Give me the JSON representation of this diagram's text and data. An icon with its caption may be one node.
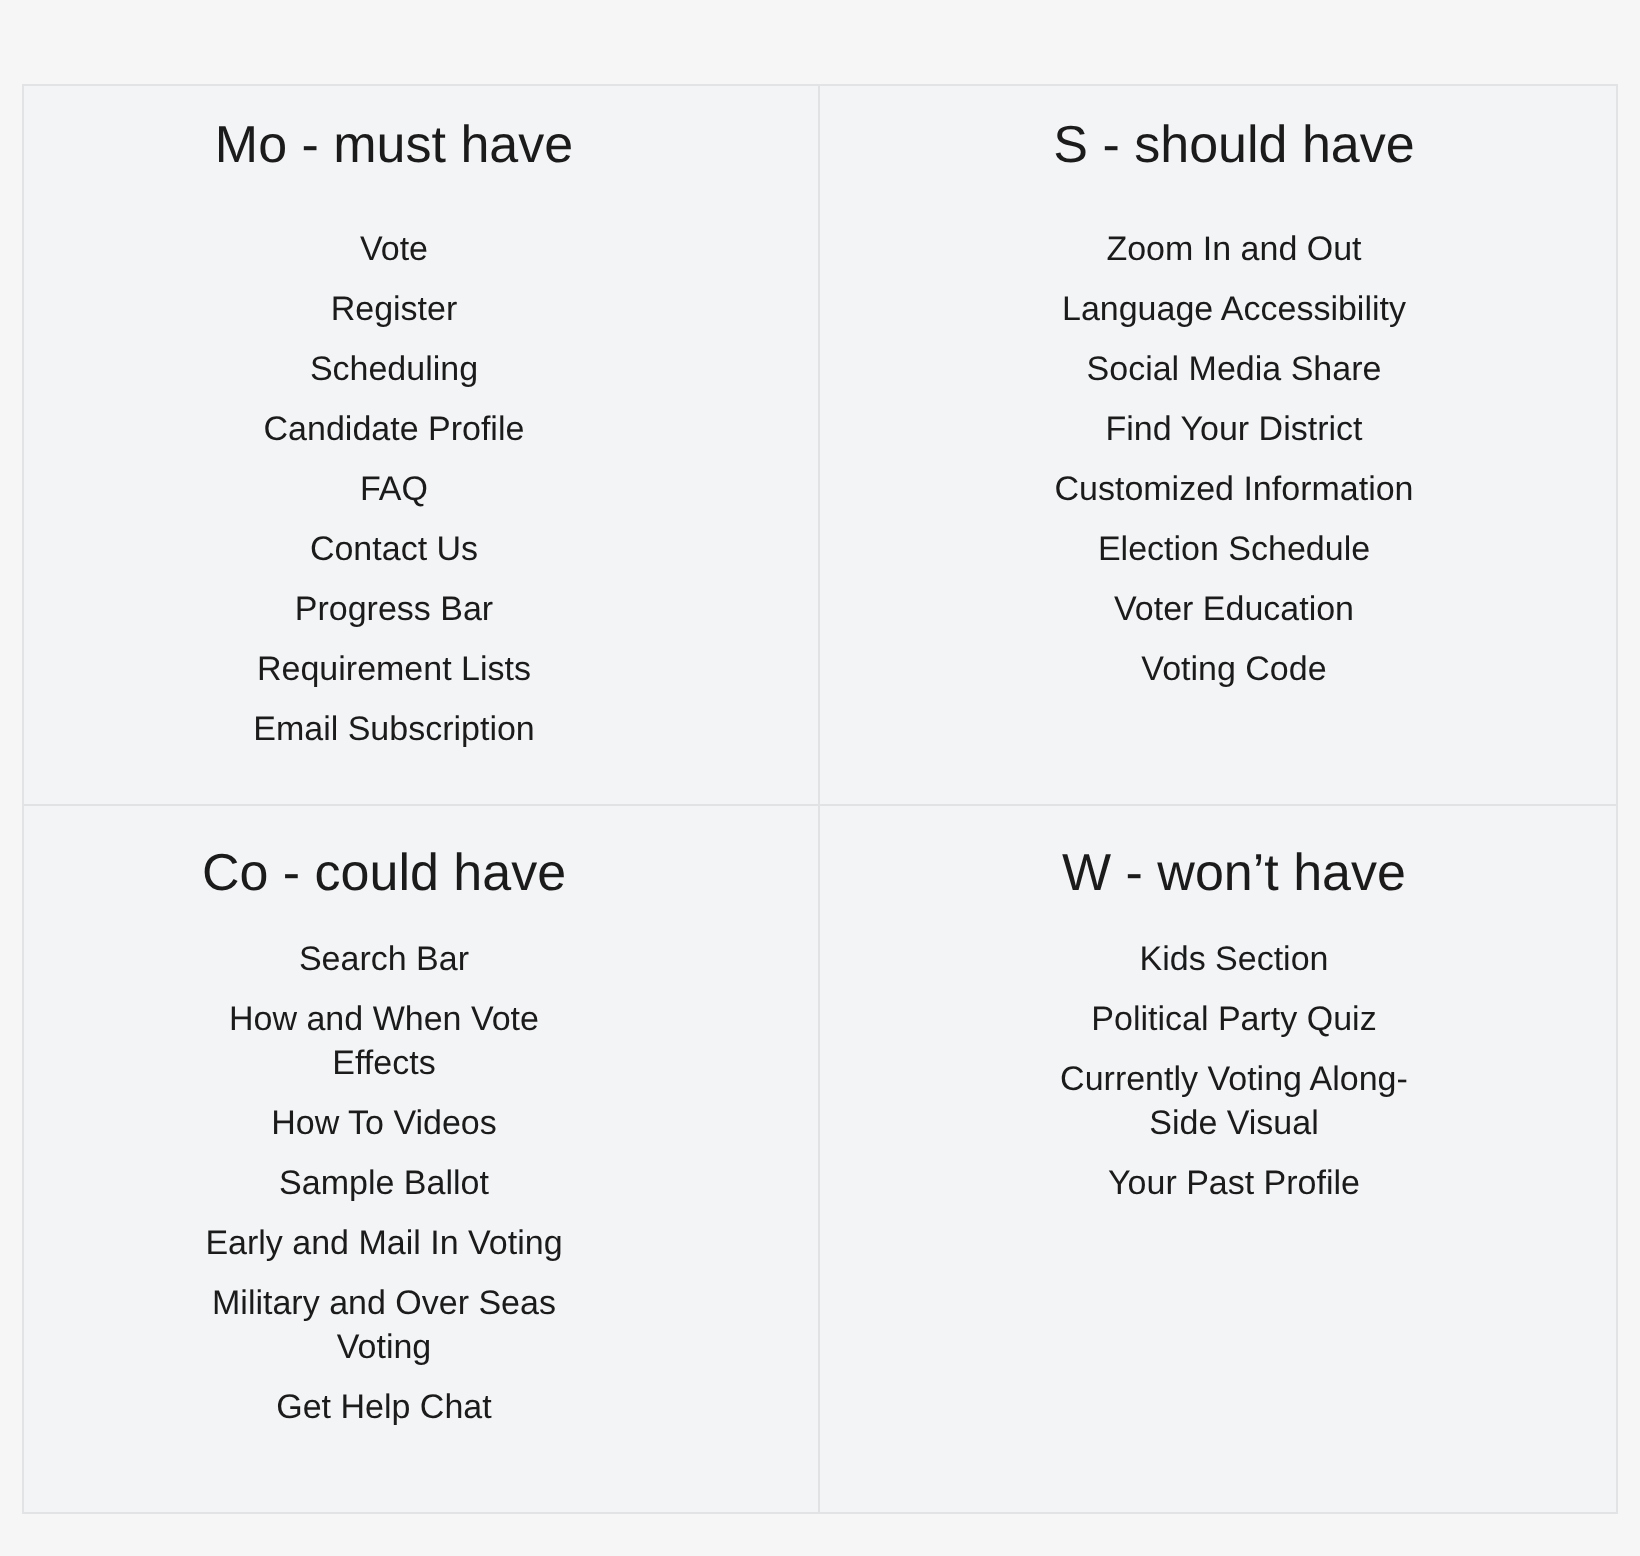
{
  "diagram": {
    "nodes": [
      {
        "text": [
          "Mo - must have",
          "Vote",
          "Register",
          "Scheduling",
          "Candidate Profile",
          "FAQ",
          "Contact Us",
          "Progress Bar",
          "Requirement Lists",
          "Email Subscription"
        ]
      },
      {
        "text": [
          "S - should have",
          "Zoom In and Out",
          "Language Accessibility",
          "Social Media Share",
          "Find Your District",
          "Customized Information",
          "Election Schedule",
          "Voter Education",
          "Voting Code"
        ]
      },
      {
        "text": [
          "Co - could have",
          "Search Bar",
          "How and When Vote Effects",
          "How To Videos",
          "Sample Ballot",
          "Early and Mail In Voting",
          "Military and Over Seas Voting",
          "Get Help Chat"
        ]
      },
      {
        "text": [
          "W - won’t have",
          "Kids Section",
          "Political Party Quiz",
          "Currently Voting Along-Side Visual",
          "Your Past Profile"
        ]
      }
    ]
  }
}
